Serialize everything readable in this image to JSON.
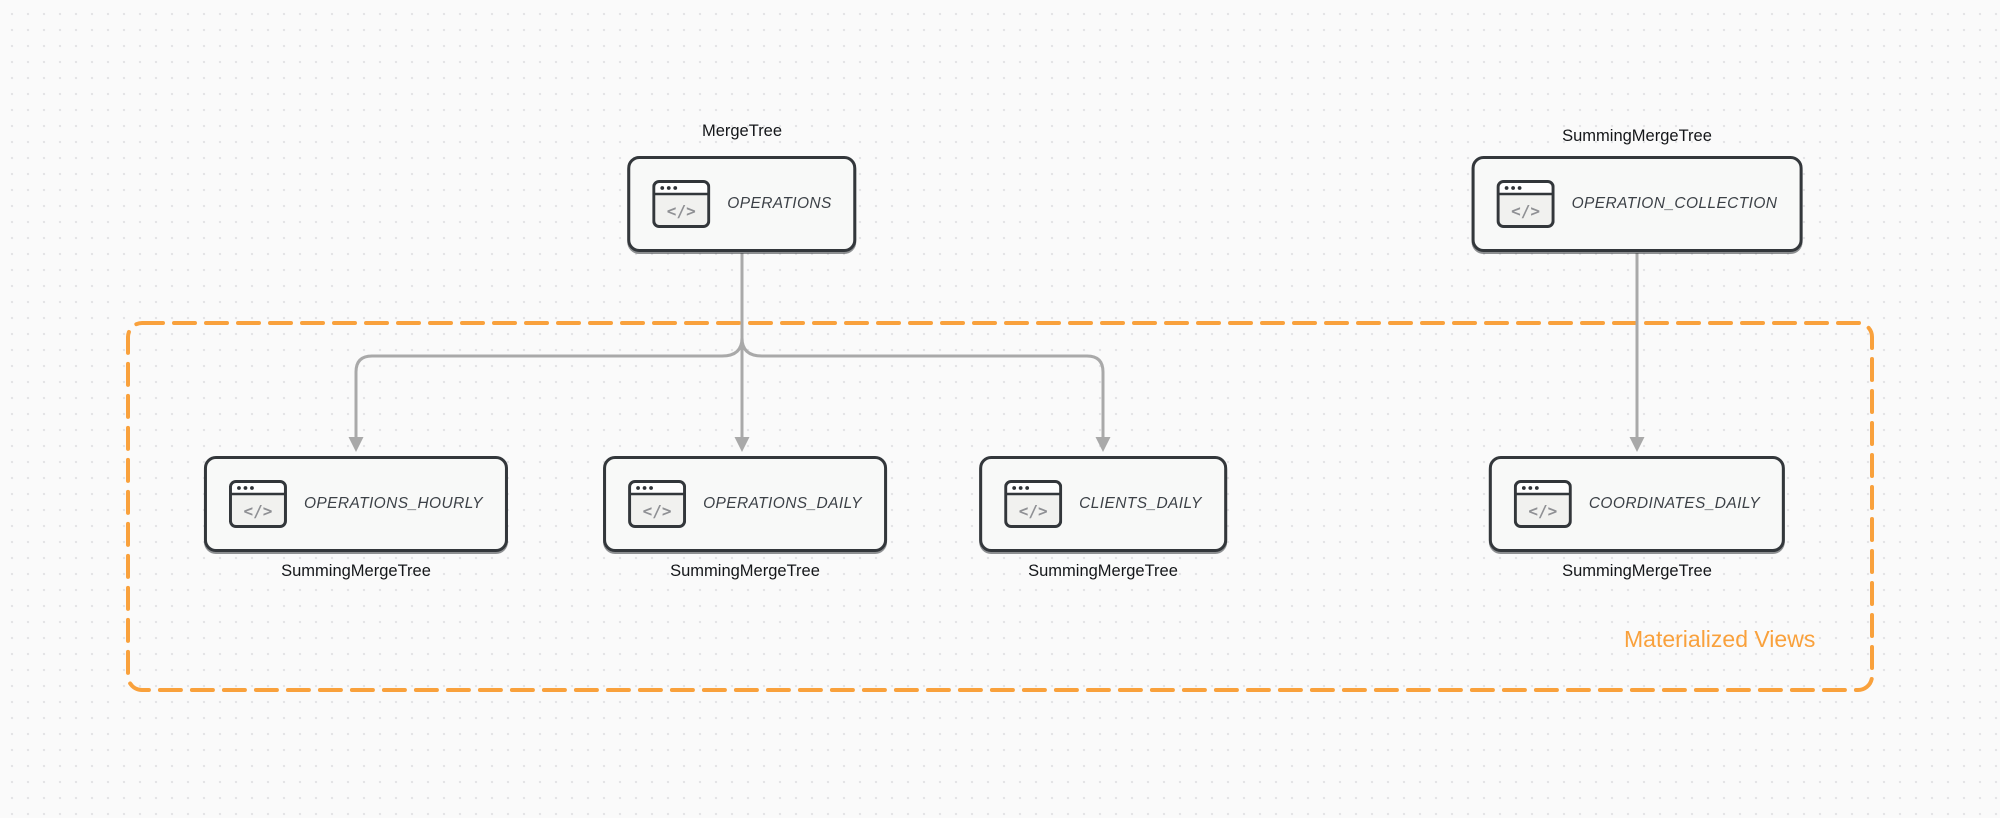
{
  "diagram": {
    "type": "database-schema",
    "group": {
      "label": "Materialized Views"
    },
    "icon_glyph": "</>",
    "colors": {
      "accent_orange": "#f9a13c",
      "node_border": "#33373b",
      "node_fill": "#f8f9f8",
      "connector_gray": "#a9a9a9",
      "background": "#fafafa"
    },
    "nodes": [
      {
        "id": "operations",
        "table": "OPERATIONS",
        "engine": "MergeTree",
        "engine_position": "above",
        "icon": "code-window-icon"
      },
      {
        "id": "operation_collection",
        "table": "OPERATION_COLLECTION",
        "engine": "SummingMergeTree",
        "engine_position": "above",
        "icon": "code-window-icon"
      },
      {
        "id": "operations_hourly",
        "table": "OPERATIONS_HOURLY",
        "engine": "SummingMergeTree",
        "engine_position": "below",
        "icon": "code-window-icon",
        "in_group": true
      },
      {
        "id": "operations_daily",
        "table": "OPERATIONS_DAILY",
        "engine": "SummingMergeTree",
        "engine_position": "below",
        "icon": "code-window-icon",
        "in_group": true
      },
      {
        "id": "clients_daily",
        "table": "CLIENTS_DAILY",
        "engine": "SummingMergeTree",
        "engine_position": "below",
        "icon": "code-window-icon",
        "in_group": true
      },
      {
        "id": "coordinates_daily",
        "table": "COORDINATES_DAILY",
        "engine": "SummingMergeTree",
        "engine_position": "below",
        "icon": "code-window-icon",
        "in_group": true
      }
    ],
    "edges": [
      {
        "from": "operations",
        "to": "operations_hourly"
      },
      {
        "from": "operations",
        "to": "operations_daily"
      },
      {
        "from": "operations",
        "to": "clients_daily"
      },
      {
        "from": "operation_collection",
        "to": "coordinates_daily"
      }
    ]
  }
}
